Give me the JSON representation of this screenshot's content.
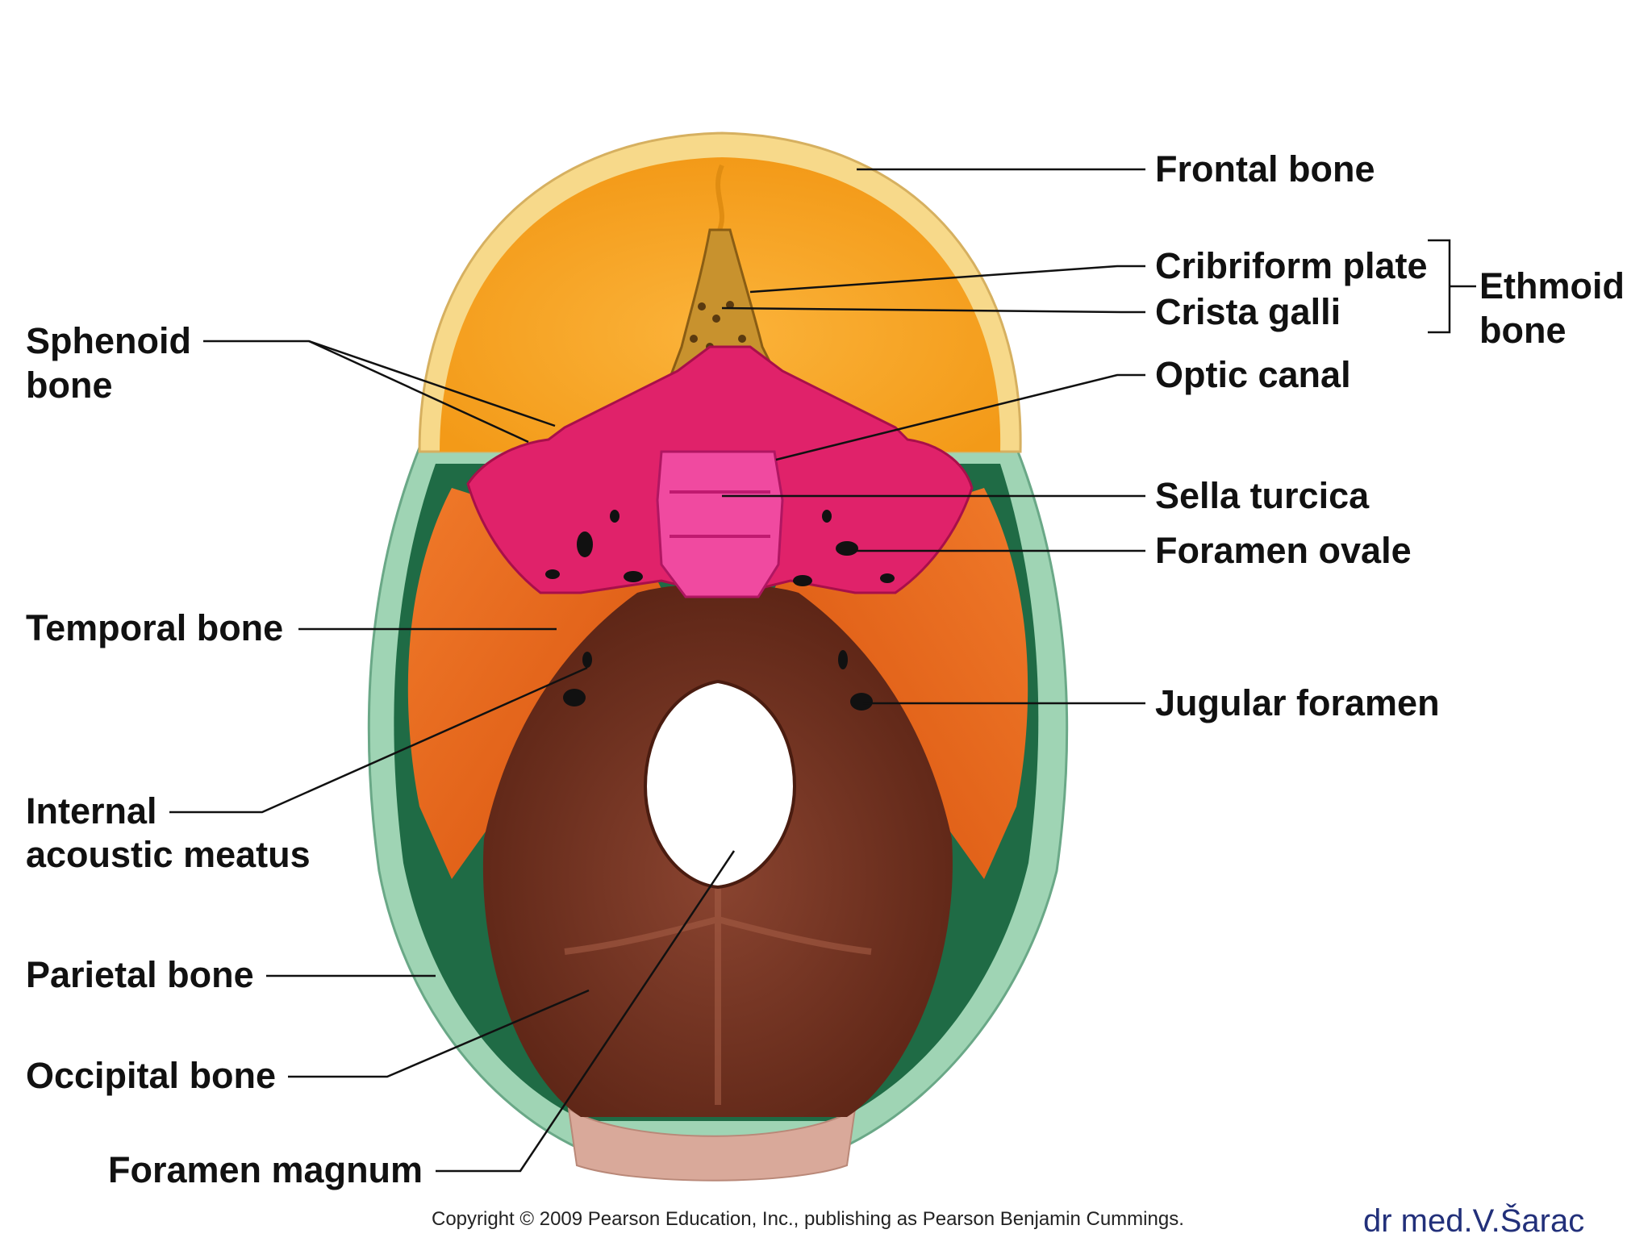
{
  "labels": {
    "frontal_bone": "Frontal bone",
    "cribriform_plate": "Cribriform plate",
    "crista_galli": "Crista galli",
    "ethmoid_bone": [
      "Ethmoid",
      "bone"
    ],
    "optic_canal": "Optic canal",
    "sella_turcica": "Sella turcica",
    "foramen_ovale": "Foramen ovale",
    "jugular_foramen": "Jugular foramen",
    "sphenoid_bone": [
      "Sphenoid",
      "bone"
    ],
    "temporal_bone": "Temporal bone",
    "internal_acoustic_meatus": [
      "Internal",
      "acoustic meatus"
    ],
    "parietal_bone": "Parietal bone",
    "occipital_bone": "Occipital bone",
    "foramen_magnum": "Foramen magnum"
  },
  "copyright": "Copyright © 2009 Pearson Education, Inc., publishing as Pearson Benjamin Cummings.",
  "author": "dr med.V.Šarac",
  "colors": {
    "frontal": "#f5a623",
    "frontal_rim": "#f7d98a",
    "parietal_rim": "#9fd4b4",
    "parietal_inner": "#1f6b45",
    "sphenoid": "#e0226a",
    "sphenoid_light": "#f04aa0",
    "temporal": "#e8641a",
    "occipital": "#6e2e1c",
    "ethmoid": "#c8922e",
    "leader": "#111111"
  }
}
